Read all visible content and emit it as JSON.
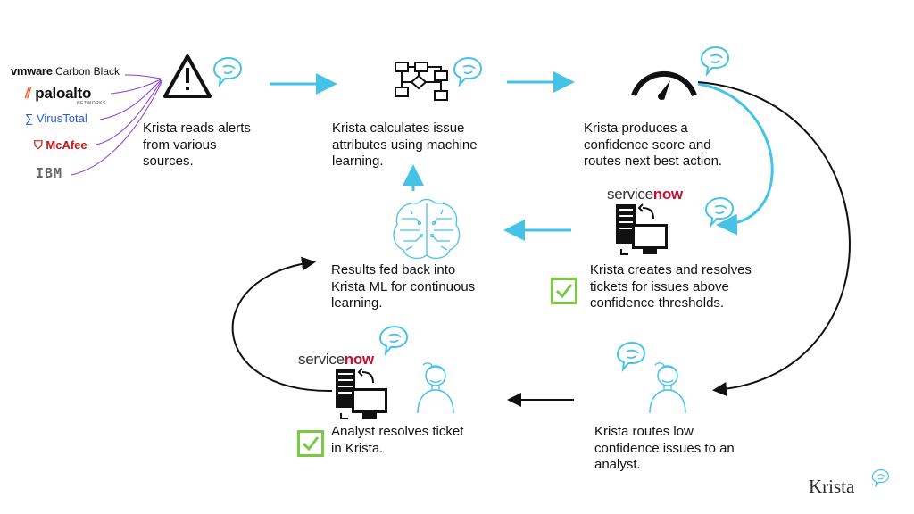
{
  "sources": {
    "vmware": "vmware",
    "carbon_black": "Carbon Black",
    "paloalto": "paloalto",
    "paloalto_sub": "NETWORKS",
    "virustotal": "VirusTotal",
    "mcafee": "McAfee",
    "ibm": "IBM"
  },
  "steps": {
    "read_alerts": [
      "Krista reads alerts",
      "from various",
      "sources."
    ],
    "calculate": [
      "Krista calculates issue",
      "attributes using machine",
      "learning."
    ],
    "confidence": [
      "Krista produces a",
      "confidence score and",
      "routes next best action."
    ],
    "create_resolve": [
      "Krista creates and resolves",
      "tickets for issues above",
      "confidence thresholds."
    ],
    "feedback": [
      "Results fed back into",
      "Krista ML for continuous",
      "learning."
    ],
    "route_low": [
      "Krista routes low",
      "confidence issues to an",
      "analyst."
    ],
    "analyst_resolves": [
      "Analyst resolves ticket",
      "in Krista."
    ]
  },
  "servicenow": {
    "prefix": "service",
    "accent": "now"
  },
  "brand": {
    "name": "Krista"
  },
  "colors": {
    "arrow_cyan": "#45c3e6",
    "check_green": "#7ac943",
    "purple": "#8a3fd1"
  }
}
